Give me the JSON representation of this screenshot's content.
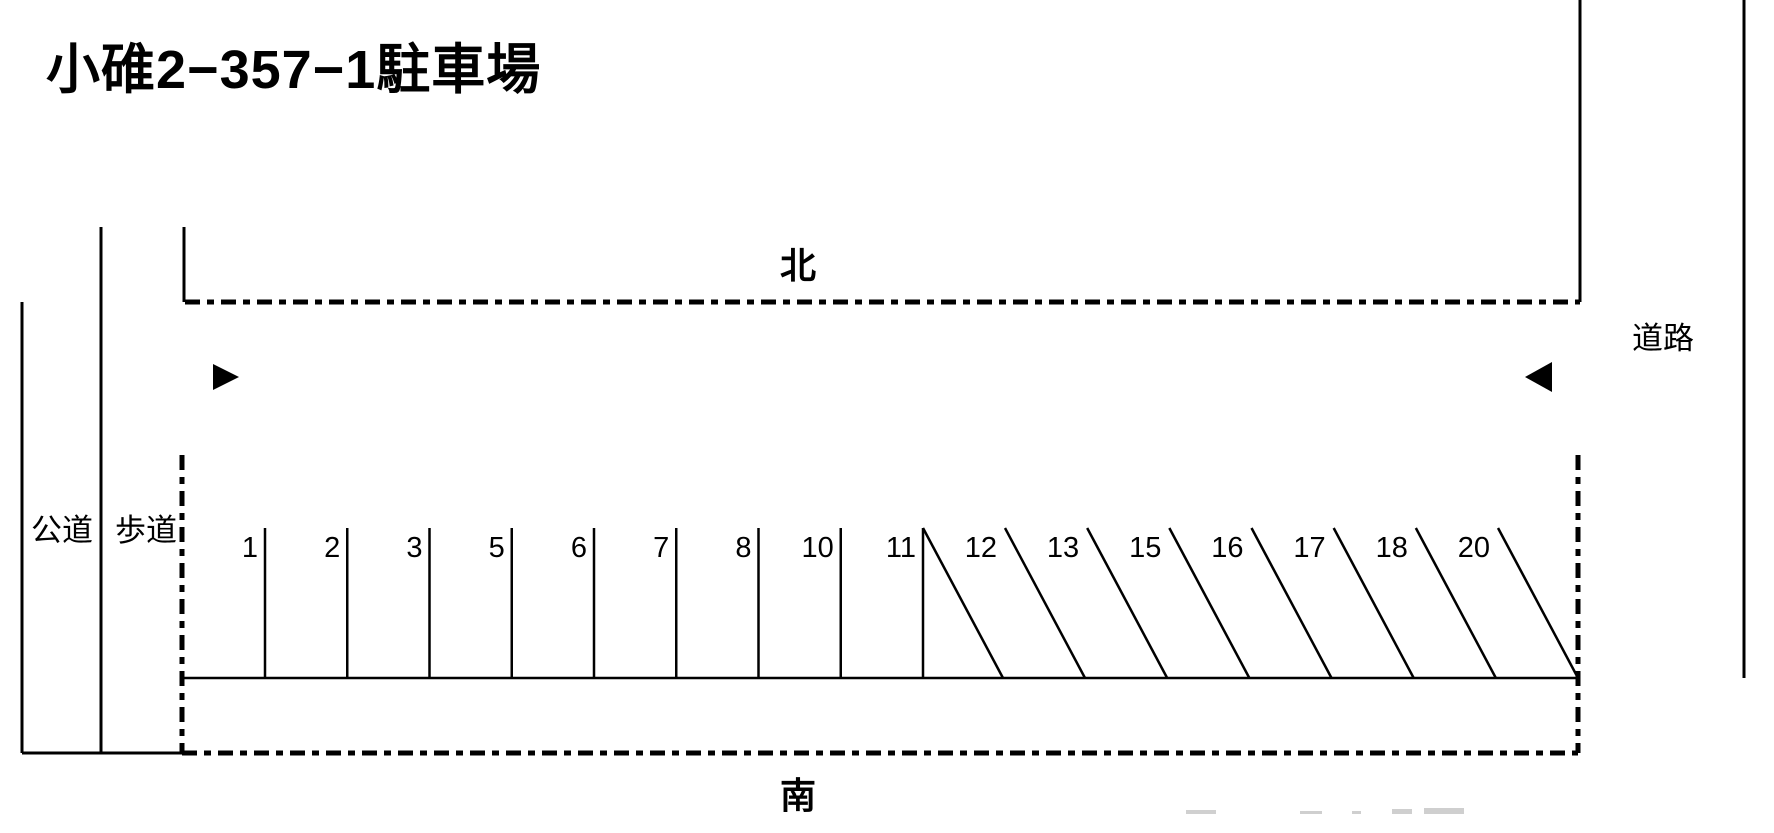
{
  "title": "小碓2−357−1駐車場",
  "compass": {
    "north": "北",
    "south": "南"
  },
  "roads": {
    "public_road": "公道",
    "sidewalk": "歩道",
    "road_right": "道路"
  },
  "arrows": {
    "left": "right-triangle",
    "right": "left-triangle"
  },
  "stalls": {
    "vertical": [
      "1",
      "2",
      "3",
      "5",
      "6",
      "7",
      "8",
      "10",
      "11"
    ],
    "diagonal": [
      "12",
      "13",
      "15",
      "16",
      "17",
      "18",
      "20"
    ]
  }
}
